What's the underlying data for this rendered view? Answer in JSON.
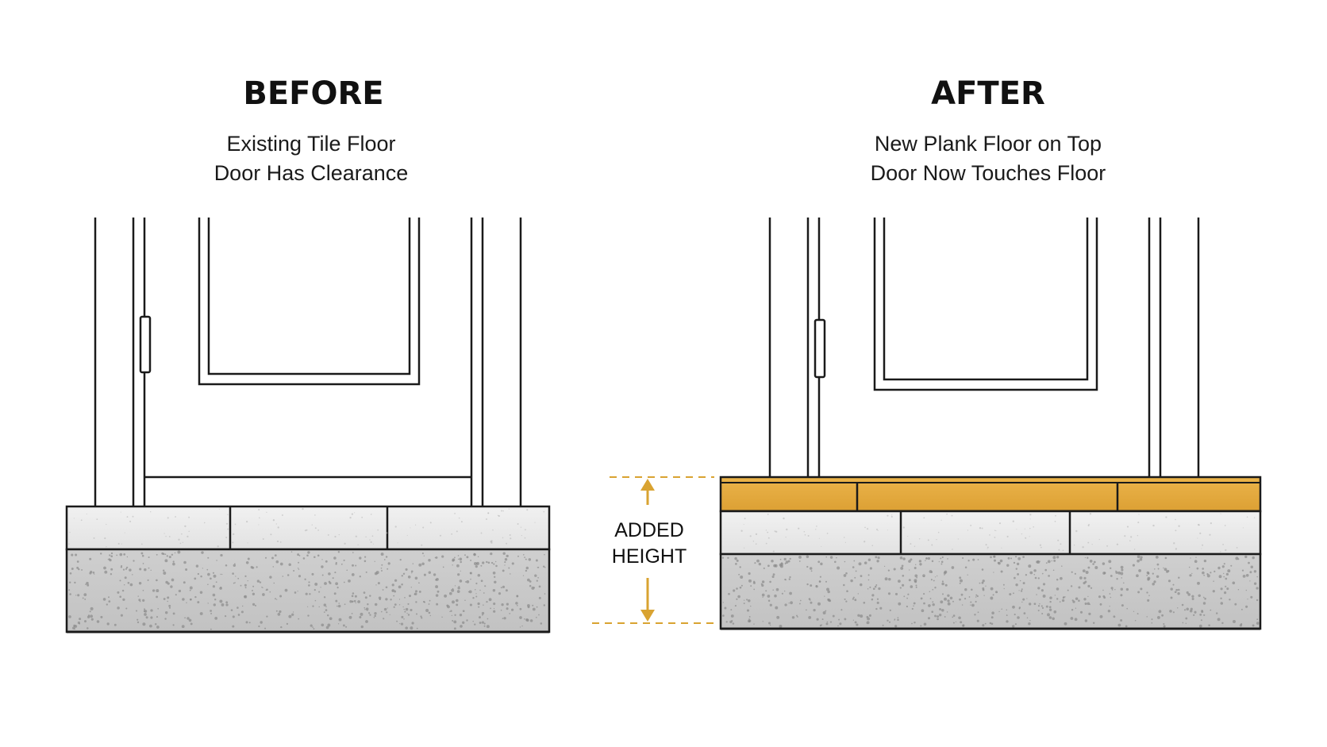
{
  "before": {
    "title": "BEFORE",
    "subtitle_line1": "Existing Tile Floor",
    "subtitle_line2": "Door Has Clearance"
  },
  "after": {
    "title": "AFTER",
    "subtitle_line1": "New Plank Floor on Top",
    "subtitle_line2": "Door Now Touches Floor"
  },
  "dimension": {
    "label_line1": "ADDED",
    "label_line2": "HEIGHT"
  },
  "colors": {
    "plank": "#e3ab3c",
    "tile": "#ebebeb",
    "concrete": "#c9c9c9",
    "accent_arrow": "#d9a331",
    "line": "#1a1a1a"
  }
}
